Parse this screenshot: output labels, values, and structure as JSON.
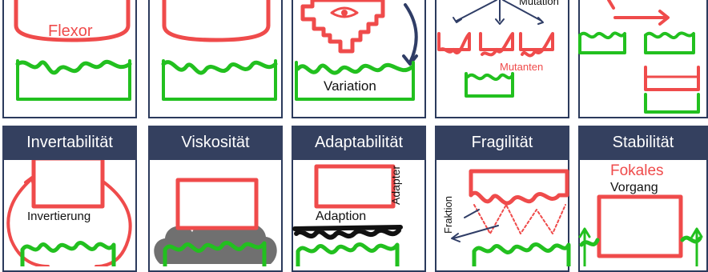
{
  "colors": {
    "header_bg": "#34405f",
    "border": "#2b3a5c",
    "red": "#ef4b4b",
    "green": "#22c01f",
    "black": "#111111",
    "grey": "#707070",
    "arrow_blue": "#2f3d66"
  },
  "top_row": {
    "panel1": {
      "label": "Flexor"
    },
    "panel3": {
      "label": "Variation"
    },
    "panel4": {
      "label_top": "Mutation",
      "label_mutants": "Mutanten"
    }
  },
  "bottom_row": {
    "headers": [
      "Invertabilität",
      "Viskosität",
      "Adaptabilität",
      "Fragilität",
      "Stabilität"
    ],
    "panel1": {
      "label": "Invertierung"
    },
    "panel3": {
      "label": "Adaption",
      "side_label": "Adapter"
    },
    "panel4": {
      "side_label": "Fraktion"
    },
    "panel5": {
      "label_red": "Fokales",
      "label_black": "Vorgang"
    }
  }
}
